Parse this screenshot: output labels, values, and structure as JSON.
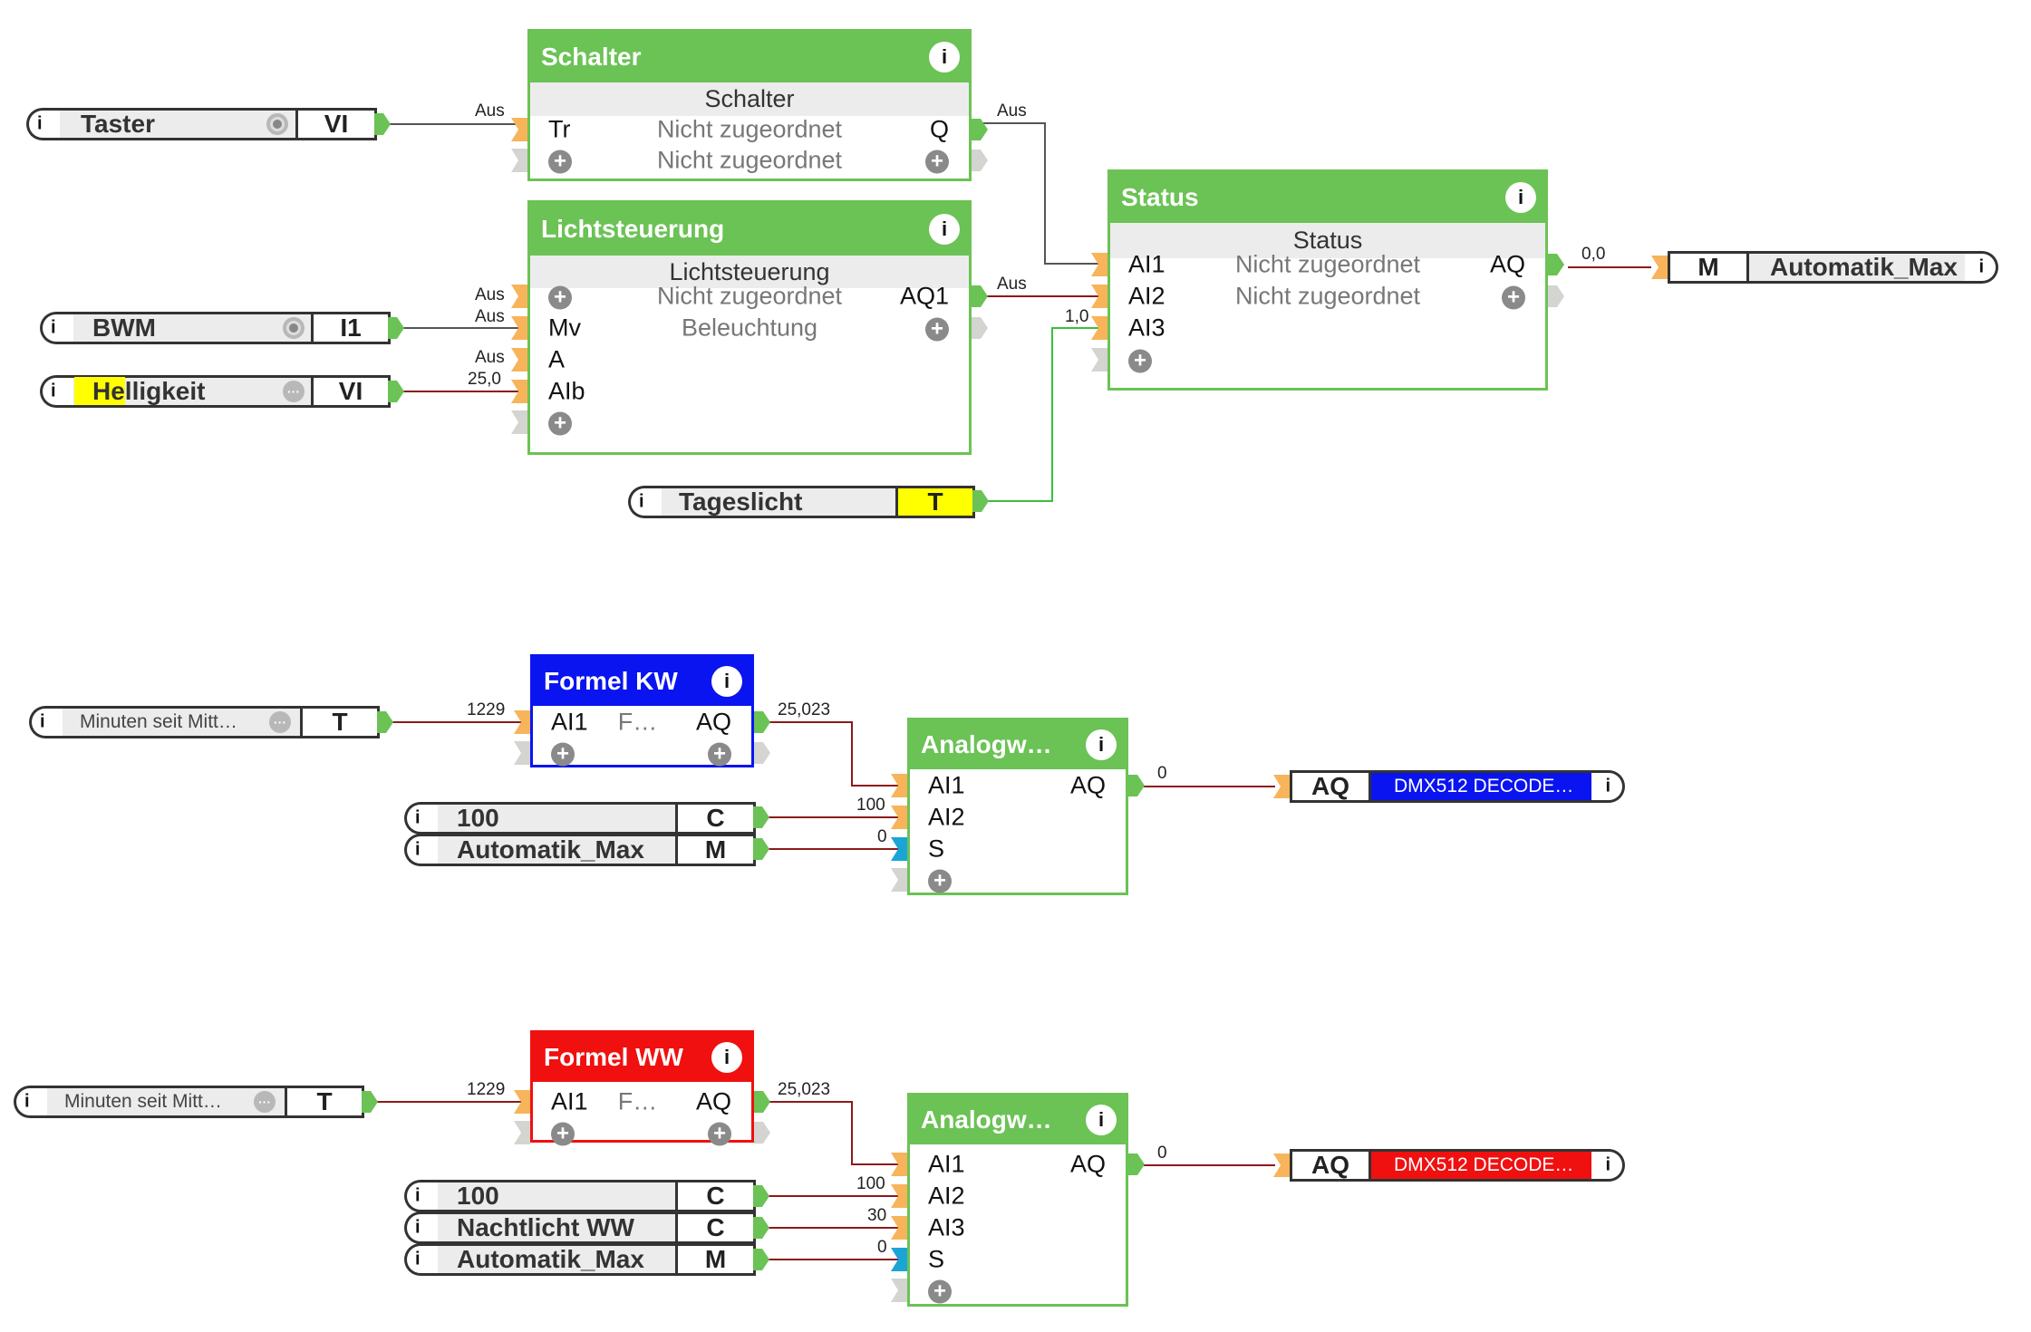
{
  "colors": {
    "block_green": "#6bc255",
    "block_blue": "#0a14f0",
    "block_red": "#f01010",
    "input_pin": "#f7b45a",
    "trigger_pin": "#1aa5d6",
    "unused_pin": "#d4d4d0",
    "output_pin": "#6bc255",
    "wire_digital": "#555555",
    "wire_analog": "#8b1a1a",
    "wire_true": "#3bbf3b",
    "highlight_yellow": "#ffff00"
  },
  "blocks": {
    "schalter": {
      "title": "Schalter",
      "subtitle": "Schalter",
      "rows": [
        {
          "in": "Tr",
          "mid": "Nicht zugeordnet",
          "out": "Q"
        },
        {
          "in": "+",
          "mid": "Nicht zugeordnet",
          "out": "+"
        }
      ]
    },
    "lichtsteuerung": {
      "title": "Lichtsteuerung",
      "subtitle": "Lichtsteuerung",
      "rows": [
        {
          "in": "+",
          "mid": "Nicht zugeordnet",
          "out": "AQ1"
        },
        {
          "in": "Mv",
          "mid": "Beleuchtung",
          "out": "+"
        },
        {
          "in": "A",
          "mid": "",
          "out": ""
        },
        {
          "in": "AIb",
          "mid": "",
          "out": ""
        },
        {
          "in": "+",
          "mid": "",
          "out": ""
        }
      ]
    },
    "status": {
      "title": "Status",
      "subtitle": "Status",
      "rows": [
        {
          "in": "AI1",
          "mid": "Nicht zugeordnet",
          "out": "AQ"
        },
        {
          "in": "AI2",
          "mid": "Nicht zugeordnet",
          "out": "+"
        },
        {
          "in": "AI3",
          "mid": "",
          "out": ""
        },
        {
          "in": "+",
          "mid": "",
          "out": ""
        }
      ]
    },
    "formel_kw": {
      "title": "Formel KW",
      "rows": [
        {
          "in": "AI1",
          "mid": "F…",
          "out": "AQ"
        },
        {
          "in": "+",
          "mid": "",
          "out": "+"
        }
      ]
    },
    "analog_kw": {
      "title": "Analogw…",
      "rows": [
        {
          "in": "AI1",
          "mid": "",
          "out": "AQ"
        },
        {
          "in": "AI2",
          "mid": "",
          "out": ""
        },
        {
          "in": "S",
          "mid": "",
          "out": ""
        },
        {
          "in": "+",
          "mid": "",
          "out": ""
        }
      ]
    },
    "formel_ww": {
      "title": "Formel WW",
      "rows": [
        {
          "in": "AI1",
          "mid": "F…",
          "out": "AQ"
        },
        {
          "in": "+",
          "mid": "",
          "out": "+"
        }
      ]
    },
    "analog_ww": {
      "title": "Analogw…",
      "rows": [
        {
          "in": "AI1",
          "mid": "",
          "out": "AQ"
        },
        {
          "in": "AI2",
          "mid": "",
          "out": ""
        },
        {
          "in": "AI3",
          "mid": "",
          "out": ""
        },
        {
          "in": "S",
          "mid": "",
          "out": ""
        },
        {
          "in": "+",
          "mid": "",
          "out": ""
        }
      ]
    }
  },
  "inputs": {
    "taster": {
      "info": "i",
      "name": "Taster",
      "type": "VI",
      "status": "idle"
    },
    "bwm": {
      "info": "i",
      "name": "BWM",
      "type": "I1",
      "status": "idle"
    },
    "helligkeit": {
      "info": "i",
      "name_highlight": "He",
      "name_rest": "lligkeit",
      "type": "VI",
      "status": "more"
    },
    "tageslicht": {
      "info": "i",
      "name": "Tageslicht",
      "type": "T"
    },
    "minuten_kw": {
      "info": "i",
      "name": "Minuten seit Mitt…",
      "type": "T",
      "status": "more"
    },
    "const_100_kw": {
      "info": "i",
      "name": "100",
      "type": "C"
    },
    "automatik_max_kw": {
      "info": "i",
      "name": "Automatik_Max",
      "type": "M"
    },
    "minuten_ww": {
      "info": "i",
      "name": "Minuten seit Mitt…",
      "type": "T",
      "status": "more"
    },
    "const_100_ww": {
      "info": "i",
      "name": "100",
      "type": "C"
    },
    "nachtlicht_ww": {
      "info": "i",
      "name": "Nachtlicht WW",
      "type": "C"
    },
    "automatik_max_ww": {
      "info": "i",
      "name": "Automatik_Max",
      "type": "M"
    }
  },
  "outputs": {
    "automatik_max": {
      "type": "M",
      "name": "Automatik_Max",
      "info": "i"
    },
    "dmx_kw": {
      "type": "AQ",
      "name": "DMX512  DECODE…",
      "info": "i"
    },
    "dmx_ww": {
      "type": "AQ",
      "name": "DMX512  DECODE…",
      "info": "i"
    }
  },
  "wire_values": {
    "taster_to_schalter": "Aus",
    "schalter_q": "Aus",
    "licht_plus": "Aus",
    "bwm_to_licht": "Aus",
    "licht_a": "Aus",
    "helligkeit_to_licht": "25,0",
    "licht_aq1": "Aus",
    "tageslicht_to_status": "1,0",
    "status_aq": "0,0",
    "minuten_to_formel_kw": "1229",
    "formel_kw_aq": "25,023",
    "c100_kw": "100",
    "automatik_kw_s": "0",
    "analog_kw_aq": "0",
    "minuten_to_formel_ww": "1229",
    "formel_ww_aq": "25,023",
    "c100_ww": "100",
    "nachtlicht_ww": "30",
    "automatik_ww_s": "0",
    "analog_ww_aq": "0"
  }
}
